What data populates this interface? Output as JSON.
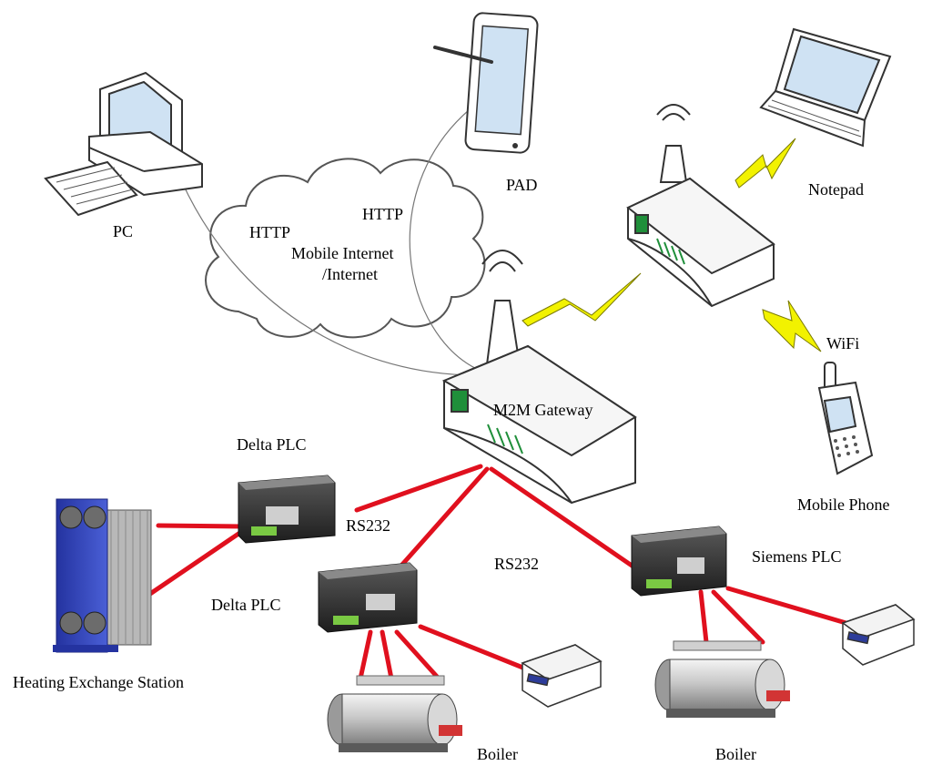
{
  "labels": {
    "pc": "PC",
    "pad": "PAD",
    "notepad": "Notepad",
    "http_left": "HTTP",
    "http_right": "HTTP",
    "internet_line1": "Mobile Internet",
    "internet_line2": "/Internet",
    "wifi": "WiFi",
    "m2m_gateway": "M2M Gateway",
    "mobile_phone": "Mobile Phone",
    "delta_plc_top": "Delta PLC",
    "delta_plc_bottom": "Delta PLC",
    "rs232_left": "RS232",
    "rs232_center": "RS232",
    "siemens_plc": "Siemens PLC",
    "heating_exchange_station": "Heating Exchange Station",
    "boiler_left": "Boiler",
    "boiler_right": "Boiler"
  },
  "colors": {
    "serial_link": "#e0101e",
    "wireless_bolt": "#f2f200",
    "gateway_led": "#1f8f3a",
    "exchanger_blue": "#2b3fb4"
  }
}
